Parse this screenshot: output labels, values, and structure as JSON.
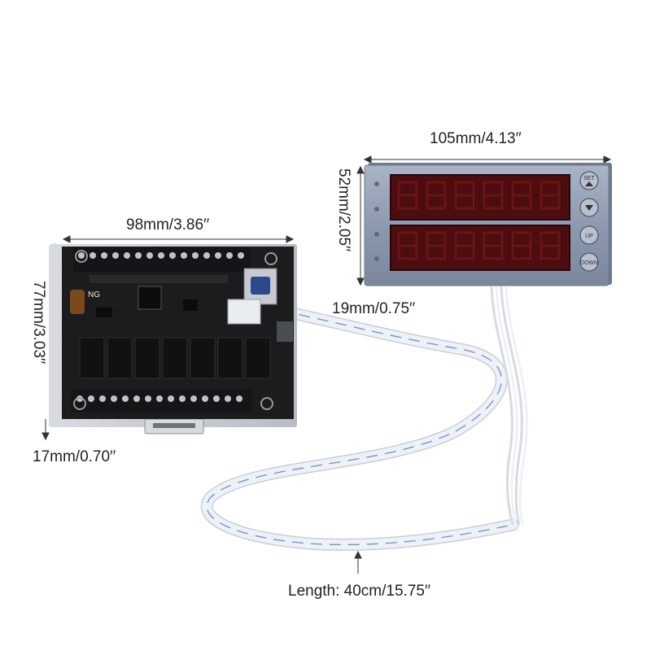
{
  "dimensions": {
    "display_width": "105mm/4.13′′",
    "display_height": "52mm/2.05′′",
    "display_depth": "19mm/0.75′′",
    "board_width": "98mm/3.86′′",
    "board_height": "77mm/3.03′′",
    "board_depth": "17mm/0.70′′",
    "cable_length": "Length: 40cm/15.75′′"
  },
  "display_panel": {
    "buttons": [
      "SET",
      "",
      "UP",
      "DOWN"
    ],
    "digit_color": "#6a1414",
    "panel_color": "#8f9bb0"
  },
  "board": {
    "silkscreen": "NG",
    "pcb_color": "#1c1c1e",
    "relay_color": "#111114"
  },
  "cable": {
    "color": "#eef1f6",
    "stripe_color": "#6f8fd8"
  }
}
